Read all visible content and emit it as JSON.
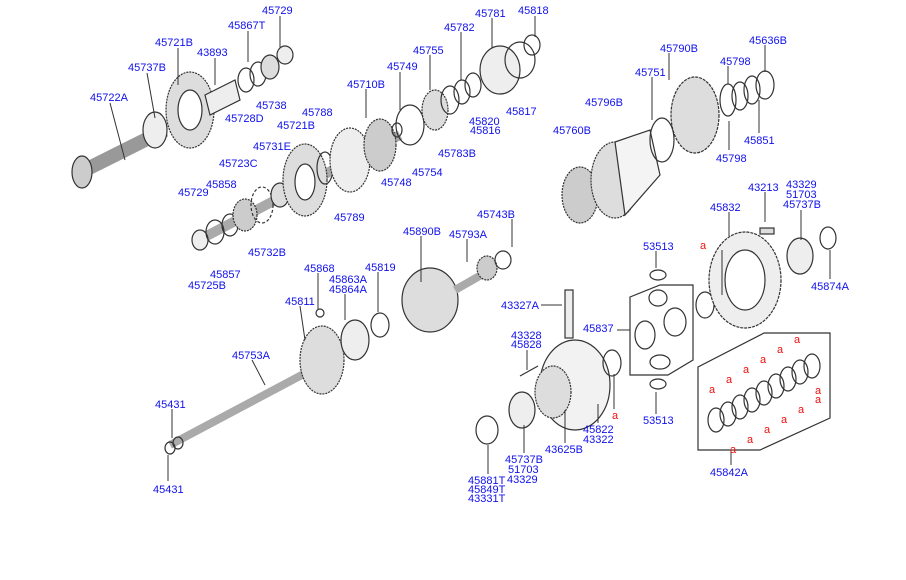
{
  "labels": [
    {
      "text": "45729",
      "pos": "a1"
    },
    {
      "text": "45867T"
    },
    {
      "text": "45721B"
    },
    {
      "text": "43893"
    },
    {
      "text": "45737B"
    },
    {
      "text": "45738"
    },
    {
      "text": "45728D"
    },
    {
      "text": "45722A"
    },
    {
      "text": "45710B"
    },
    {
      "text": "45749"
    },
    {
      "text": "45755"
    },
    {
      "text": "45782"
    },
    {
      "text": "45781"
    },
    {
      "text": "45818"
    },
    {
      "text": "45788"
    },
    {
      "text": "45721B"
    },
    {
      "text": "45817"
    },
    {
      "text": "45820"
    },
    {
      "text": "45816"
    },
    {
      "text": "45783B"
    },
    {
      "text": "45731E"
    },
    {
      "text": "45723C"
    },
    {
      "text": "45754"
    },
    {
      "text": "45748"
    },
    {
      "text": "45858"
    },
    {
      "text": "45729"
    },
    {
      "text": "45789"
    },
    {
      "text": "45732B"
    },
    {
      "text": "45857"
    },
    {
      "text": "45725B"
    },
    {
      "text": "45790B"
    },
    {
      "text": "45636B"
    },
    {
      "text": "45751"
    },
    {
      "text": "45798"
    },
    {
      "text": "45796B"
    },
    {
      "text": "45760B"
    },
    {
      "text": "45851"
    },
    {
      "text": "45798"
    },
    {
      "text": "43213"
    },
    {
      "text": "43329"
    },
    {
      "text": "51703"
    },
    {
      "text": "45737B"
    },
    {
      "text": "45832"
    },
    {
      "text": "45743B"
    },
    {
      "text": "45890B"
    },
    {
      "text": "45793A"
    },
    {
      "text": "45868"
    },
    {
      "text": "45863A"
    },
    {
      "text": "45864A"
    },
    {
      "text": "45819"
    },
    {
      "text": "45811"
    },
    {
      "text": "53513"
    },
    {
      "text": "45874A"
    },
    {
      "text": "43327A"
    },
    {
      "text": "45837"
    },
    {
      "text": "43328"
    },
    {
      "text": "45828"
    },
    {
      "text": "45753A"
    },
    {
      "text": "45431"
    },
    {
      "text": "45431"
    },
    {
      "text": "45822"
    },
    {
      "text": "43322"
    },
    {
      "text": "53513"
    },
    {
      "text": "43625B"
    },
    {
      "text": "45737B"
    },
    {
      "text": "51703"
    },
    {
      "text": "43329"
    },
    {
      "text": "45881T"
    },
    {
      "text": "45849T"
    },
    {
      "text": "43331T"
    },
    {
      "text": "45842A"
    }
  ],
  "marker": "a",
  "colors": {
    "label": "#1010ee",
    "marker": "#ee1010",
    "line": "#333333"
  }
}
